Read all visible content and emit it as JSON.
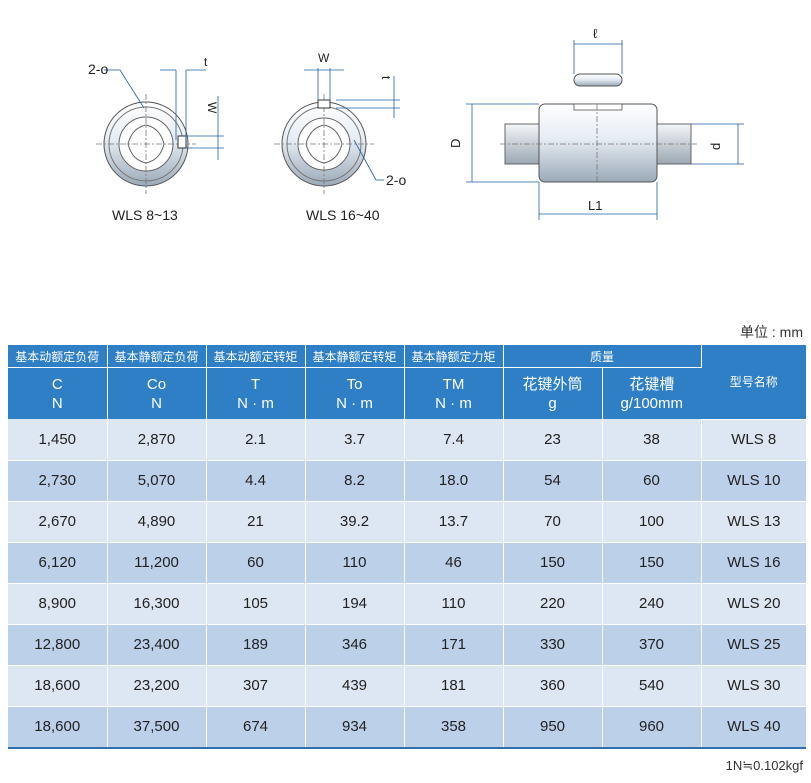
{
  "diagram": {
    "left_caption": "WLS  8~13",
    "middle_caption": "WLS  16~40",
    "labels": {
      "two_o": "2-o",
      "t": "t",
      "w": "W",
      "D": "D",
      "d": "d",
      "l": "ℓ",
      "L1": "L1"
    }
  },
  "table": {
    "unit_note": "单位 : mm",
    "footnote": "1N≒0.102kgf",
    "header_top": [
      "基本动额定负荷",
      "基本静额定负荷",
      "基本动额定转矩",
      "基本静额定转矩",
      "基本静额定力矩",
      "质量"
    ],
    "header_second": [
      [
        "C",
        "N"
      ],
      [
        "Co",
        "N"
      ],
      [
        "T",
        "N · m"
      ],
      [
        "To",
        "N · m"
      ],
      [
        "TM",
        "N · m"
      ],
      [
        "花键外筒",
        "g"
      ],
      [
        "花键槽",
        "g/100mm"
      ]
    ],
    "model_header": "型号名称",
    "rows": [
      [
        "1,450",
        "2,870",
        "2.1",
        "3.7",
        "7.4",
        "23",
        "38",
        "WLS 8"
      ],
      [
        "2,730",
        "5,070",
        "4.4",
        "8.2",
        "18.0",
        "54",
        "60",
        "WLS 10"
      ],
      [
        "2,670",
        "4,890",
        "21",
        "39.2",
        "13.7",
        "70",
        "100",
        "WLS 13"
      ],
      [
        "6,120",
        "11,200",
        "60",
        "110",
        "46",
        "150",
        "150",
        "WLS 16"
      ],
      [
        "8,900",
        "16,300",
        "105",
        "194",
        "110",
        "220",
        "240",
        "WLS 20"
      ],
      [
        "12,800",
        "23,400",
        "189",
        "346",
        "171",
        "330",
        "370",
        "WLS 25"
      ],
      [
        "18,600",
        "23,200",
        "307",
        "439",
        "181",
        "360",
        "540",
        "WLS 30"
      ],
      [
        "18,600",
        "37,500",
        "674",
        "934",
        "358",
        "950",
        "960",
        "WLS 40"
      ]
    ]
  },
  "colors": {
    "header_blue": "#2f7fc7",
    "row_light": "#dde7f3",
    "row_dark": "#bdd0e9",
    "diagram_blue": "#1f5fa8"
  }
}
